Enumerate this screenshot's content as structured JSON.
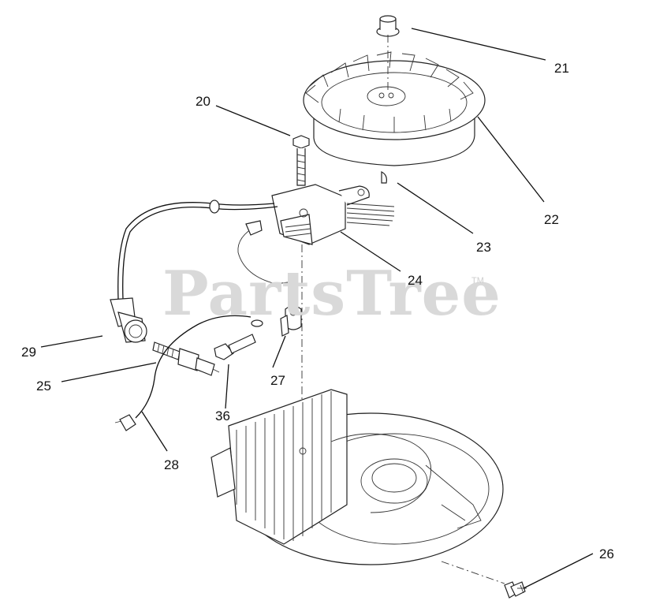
{
  "watermark": {
    "text": "PartsTree",
    "tm": "TM"
  },
  "callouts": [
    {
      "id": "21",
      "label": "21"
    },
    {
      "id": "20",
      "label": "20"
    },
    {
      "id": "22",
      "label": "22"
    },
    {
      "id": "23",
      "label": "23"
    },
    {
      "id": "24",
      "label": "24"
    },
    {
      "id": "29",
      "label": "29"
    },
    {
      "id": "25",
      "label": "25"
    },
    {
      "id": "27",
      "label": "27"
    },
    {
      "id": "36",
      "label": "36"
    },
    {
      "id": "28",
      "label": "28"
    },
    {
      "id": "26",
      "label": "26"
    }
  ]
}
